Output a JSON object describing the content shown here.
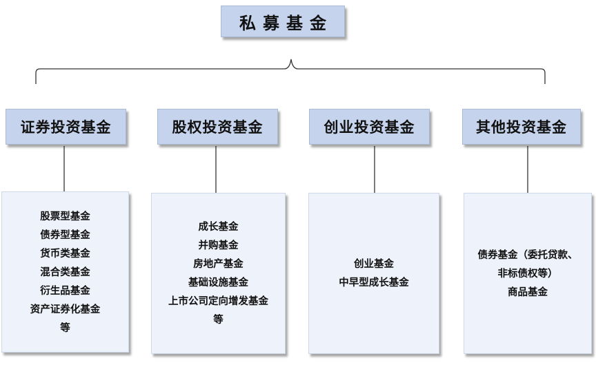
{
  "root": {
    "label": "私募基金"
  },
  "categories": [
    {
      "label": "证券投资基金",
      "items": [
        "股票型基金",
        "债券型基金",
        "货币类基金",
        "混合类基金",
        "衍生品基金",
        "资产证券化基金",
        "等"
      ]
    },
    {
      "label": "股权投资基金",
      "items": [
        "成长基金",
        "并购基金",
        "房地产基金",
        "基础设施基金",
        "上市公司定向增发基金",
        "等"
      ]
    },
    {
      "label": "创业投资基金",
      "items": [
        "创业基金",
        "中早型成长基金"
      ]
    },
    {
      "label": "其他投资基金",
      "items": [
        "债券基金（委托贷款、",
        "非标债权等）",
        "商品基金"
      ]
    }
  ],
  "colors": {
    "header_fill": "#c5d3ec",
    "detail_fill": "#eef2fa",
    "line": "#333333"
  }
}
